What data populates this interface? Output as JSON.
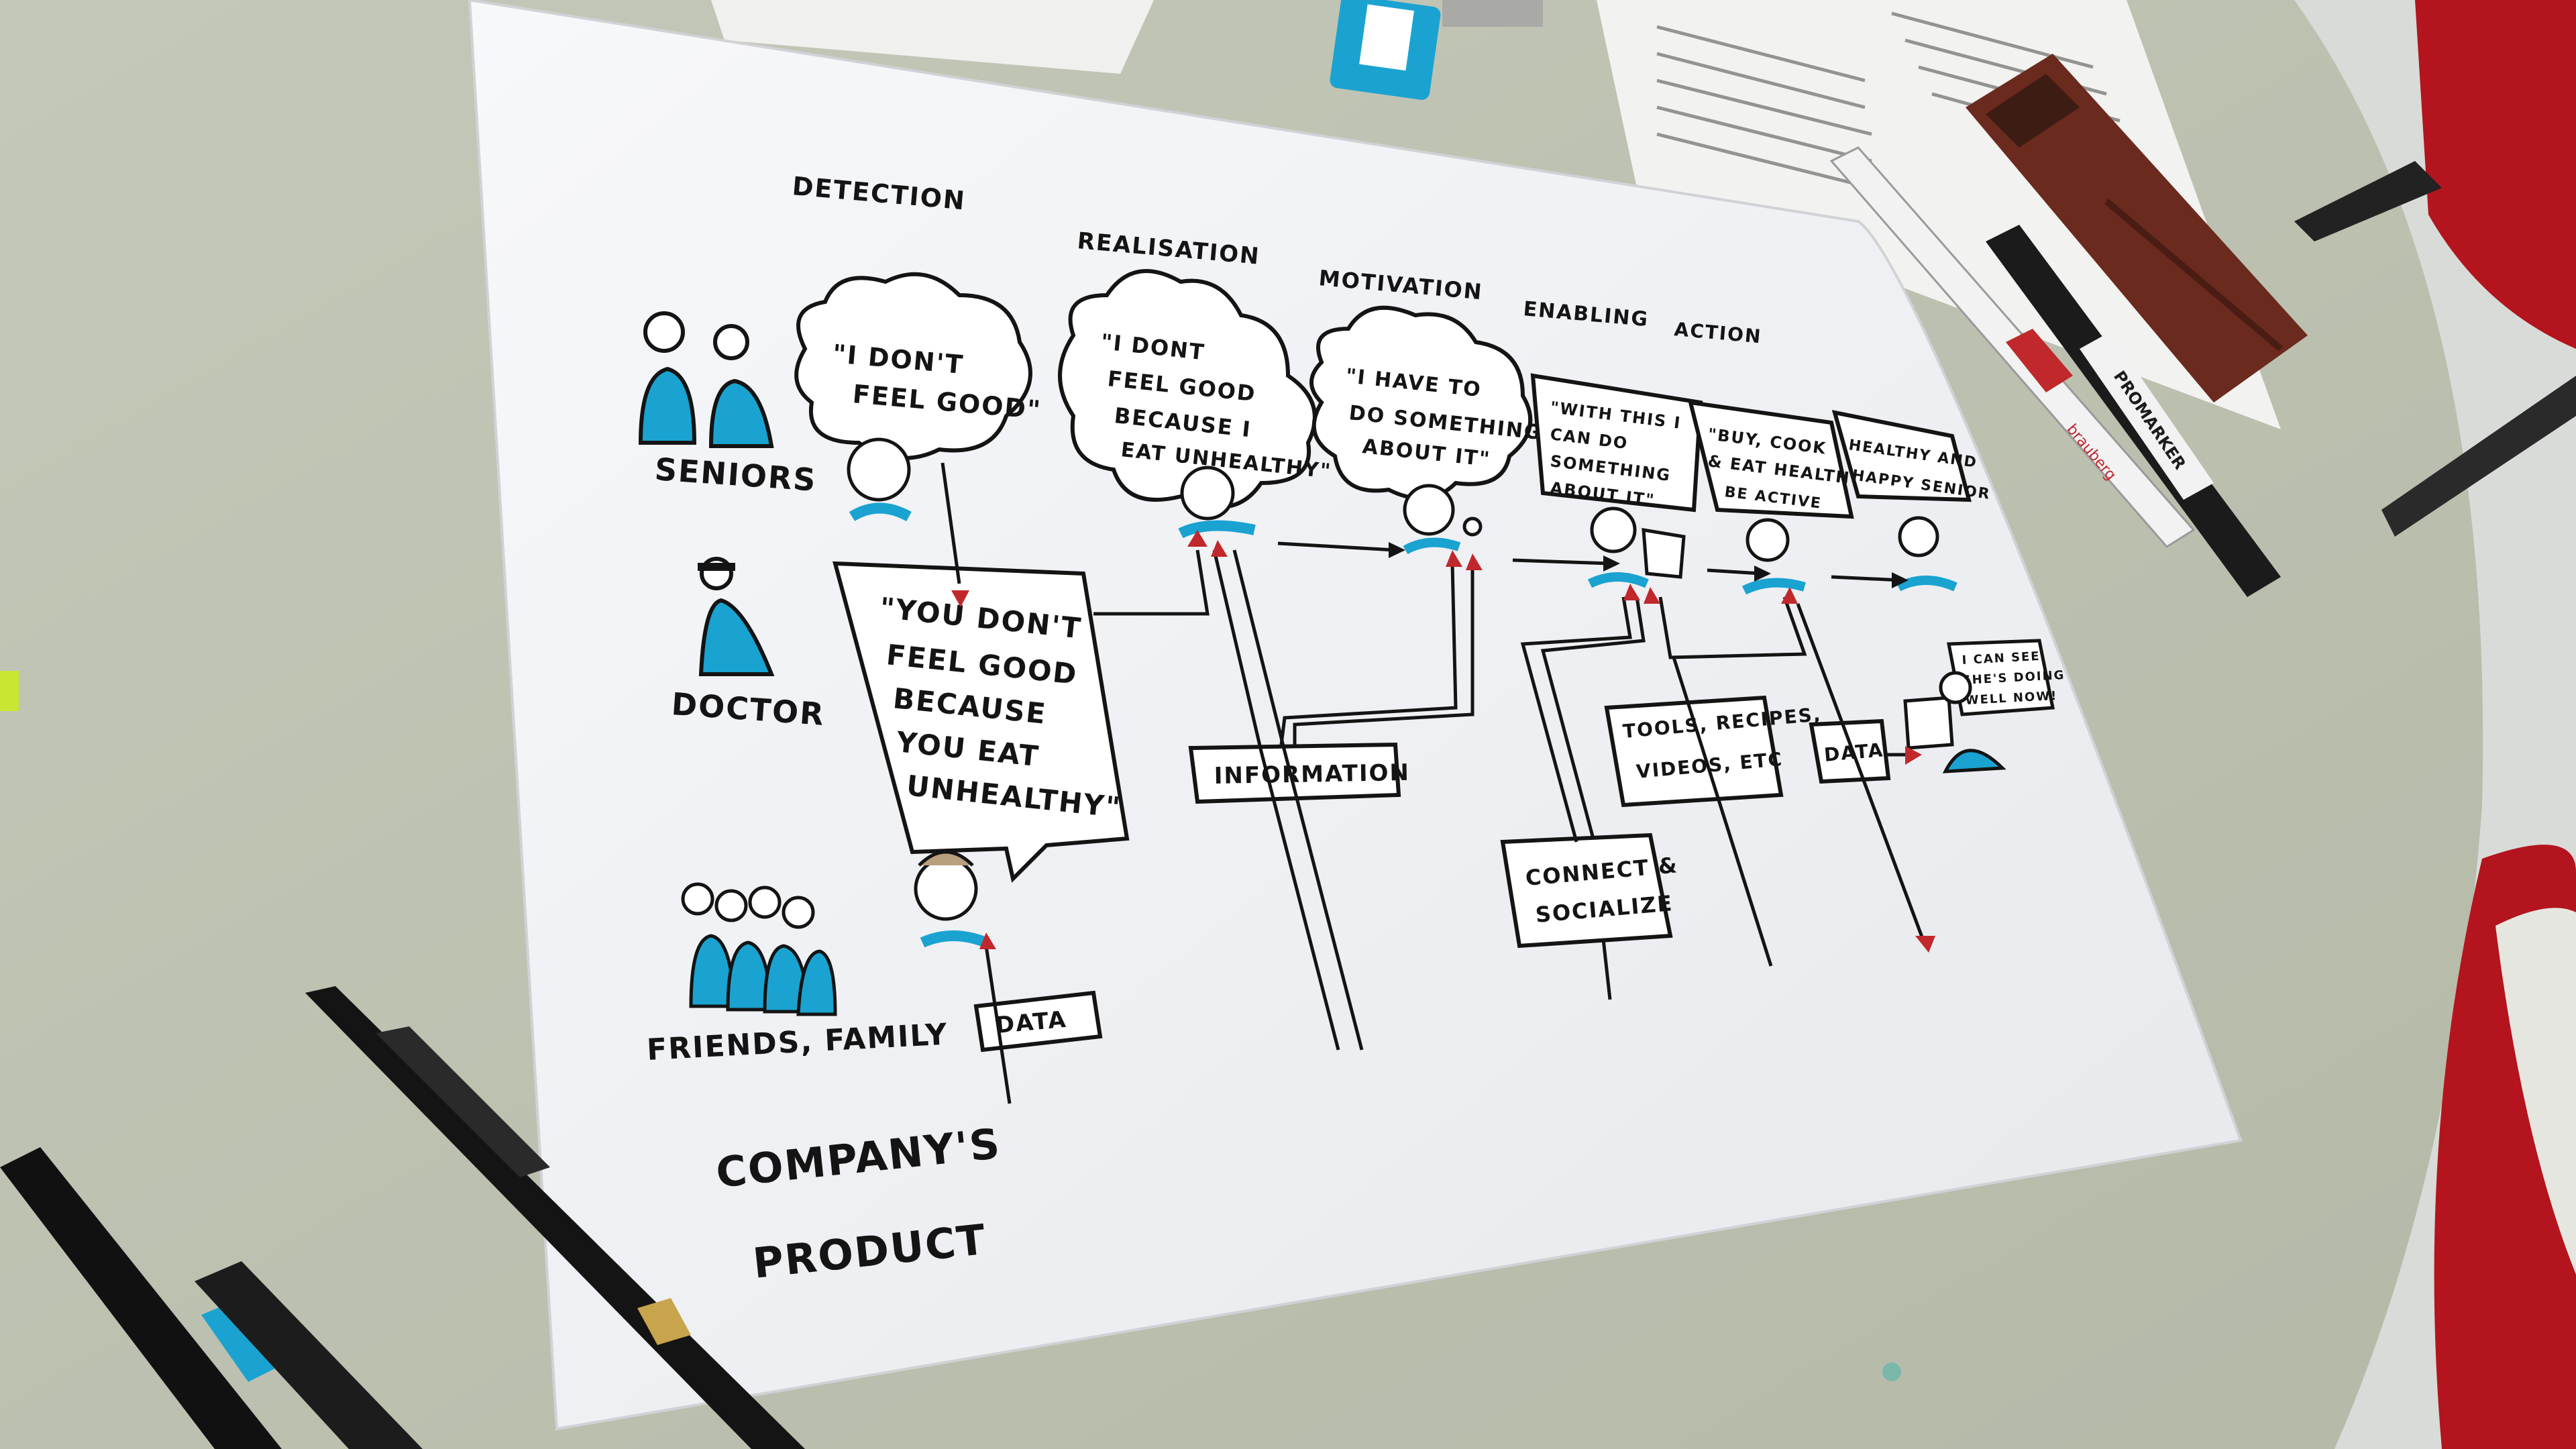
{
  "stages": [
    "DETECTION",
    "REALISATION",
    "MOTIVATION",
    "ENABLING",
    "ACTION"
  ],
  "actors": {
    "seniors": "SENIORS",
    "doctor": "DOCTOR",
    "friends_family": "FRIENDS, FAMILY"
  },
  "thoughts": {
    "detection": [
      "\"I DON'T",
      "FEEL GOOD\""
    ],
    "realisation": [
      "\"I DONT",
      "FEEL GOOD",
      "BECAUSE I",
      "EAT UNHEALTHY\""
    ],
    "motivation": [
      "\"I HAVE TO",
      "DO SOMETHING",
      "ABOUT IT\""
    ]
  },
  "speech": {
    "doctor": [
      "\"YOU DON'T",
      "FEEL GOOD",
      "BECAUSE",
      "YOU EAT",
      "UNHEALTHY\""
    ],
    "enabling": [
      "\"WITH THIS I",
      "CAN DO",
      "SOMETHING",
      "ABOUT IT\""
    ],
    "action": [
      "\"BUY, COOK",
      "& EAT HEALTHY\"",
      "BE ACTIVE"
    ],
    "result": [
      "HEALTHY AND",
      "HAPPY SENIOR"
    ],
    "monitor": [
      "I CAN SEE",
      "SHE'S DOING",
      "WELL NOW!"
    ]
  },
  "boxes": {
    "information": "INFORMATION",
    "data_bottom": "DATA",
    "connect": [
      "CONNECT &",
      "SOCIALIZE"
    ],
    "tools": [
      "TOOLS, RECIPES,",
      "VIDEOS, ETC"
    ],
    "data_right": "DATA"
  },
  "product_label": [
    "COMPANY'S",
    "PRODUCT"
  ],
  "marker_brands": [
    "PROMARKER",
    "brauberg"
  ],
  "colors": {
    "accent_blue": "#1aa3d1",
    "arrow_red": "#c0282b",
    "ink": "#141414",
    "table": "#c9ccbe",
    "paper": "#f5f6f8",
    "chair_red": "#b3141d"
  }
}
